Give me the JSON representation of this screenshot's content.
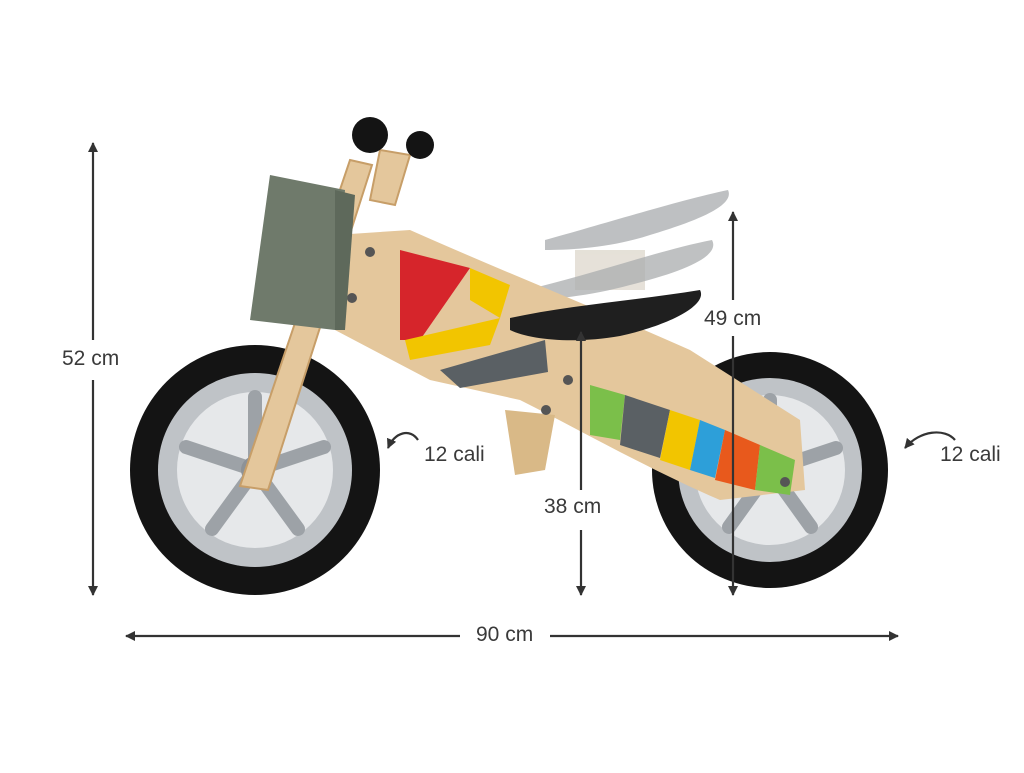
{
  "dimensions": {
    "height_total": "52 cm",
    "seat_height_max": "49 cm",
    "seat_height_min": "38 cm",
    "wheel_front": "12 cali",
    "wheel_rear": "12 cali",
    "length_total": "90 cm"
  },
  "colors": {
    "background": "#ffffff",
    "arrow": "#333333",
    "tire": "#141414",
    "rim": "#bfc3c7",
    "wood": "#e4c79c",
    "bag": "#6f7a6b",
    "seat": "#1f1f1f",
    "seat_ghost": "#a9acae",
    "stripe_red": "#d6252b",
    "stripe_yellow": "#f2c500",
    "stripe_gray": "#5a6064",
    "stripe_blue": "#2d9fd9",
    "stripe_green": "#7bbf4a",
    "stripe_orange": "#e8591c"
  },
  "icons": {
    "curved_arrow": "curved-arrow-icon",
    "double_arrow": "double-arrow-icon"
  }
}
